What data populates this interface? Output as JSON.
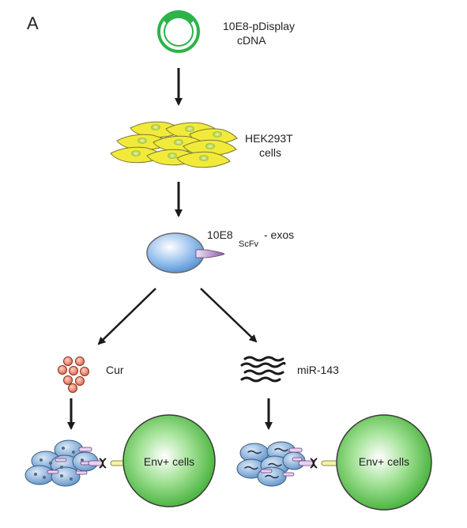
{
  "panel_label": "A",
  "plasmid": {
    "line1": "10E8-pDisplay",
    "line2": "cDNA"
  },
  "hek": {
    "line1": "HEK293T",
    "line2": "cells"
  },
  "exo": {
    "prefix": "10E8",
    "subscript": "ScFv",
    "suffix": " - exos"
  },
  "left_branch": {
    "cargo_label": "Cur",
    "target_label": "Env+ cells"
  },
  "right_branch": {
    "cargo_label": "miR-143",
    "target_label": "Env+ cells"
  },
  "colors": {
    "plasmid_green": "#2db34a",
    "cell_yellow": "#f2ea3a",
    "exosome_blue": "#7fb2e5",
    "scfv_purple": "#8e5aa8",
    "curcumin_orange": "#e8735a",
    "target_green": "#4cbb3d",
    "arrow": "#1a1a1a"
  }
}
